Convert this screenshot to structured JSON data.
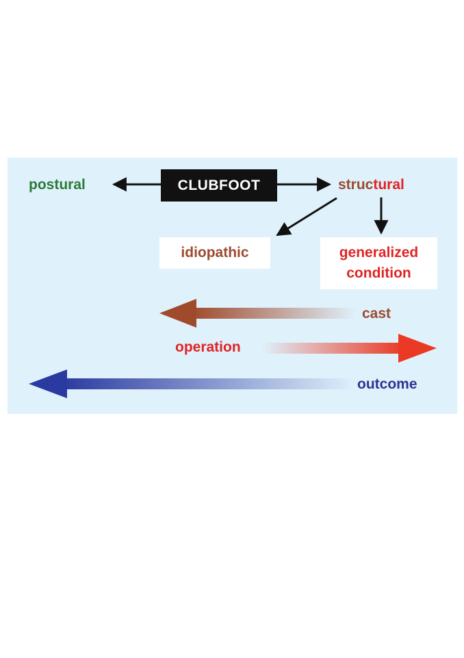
{
  "labels": {
    "postural": "postural",
    "clubfoot": "CLUBFOOT",
    "structural_a": "struc",
    "structural_b": "tural",
    "idiopathic": "idiopathic",
    "generalized_line1": "generalized",
    "generalized_line2": "condition",
    "cast": "cast",
    "operation": "operation",
    "outcome": "outcome"
  },
  "colors": {
    "panel_bg": "#dff1fb",
    "green": "#2a7a3a",
    "brown": "#9b4a30",
    "red": "#e02424",
    "navy": "#2b3590",
    "black": "#111111",
    "cast_arrow": "#a04a2c",
    "operation_arrow": "#ea3a26",
    "outcome_arrow": "#2b3aa0"
  }
}
